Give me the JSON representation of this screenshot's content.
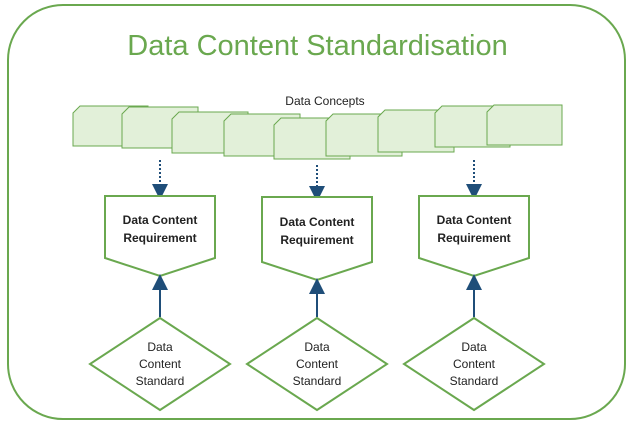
{
  "diagram": {
    "title": "Data Content Standardisation",
    "concepts_label": "Data Concepts",
    "requirement_lines": [
      "Data Content",
      "Requirement"
    ],
    "standard_lines": [
      "Data",
      "Content",
      "Standard"
    ],
    "colors": {
      "outline": "#6aa84f",
      "concept_fill": "#e2f0d9",
      "arrow": "#1f4e79",
      "text": "#222222"
    }
  }
}
